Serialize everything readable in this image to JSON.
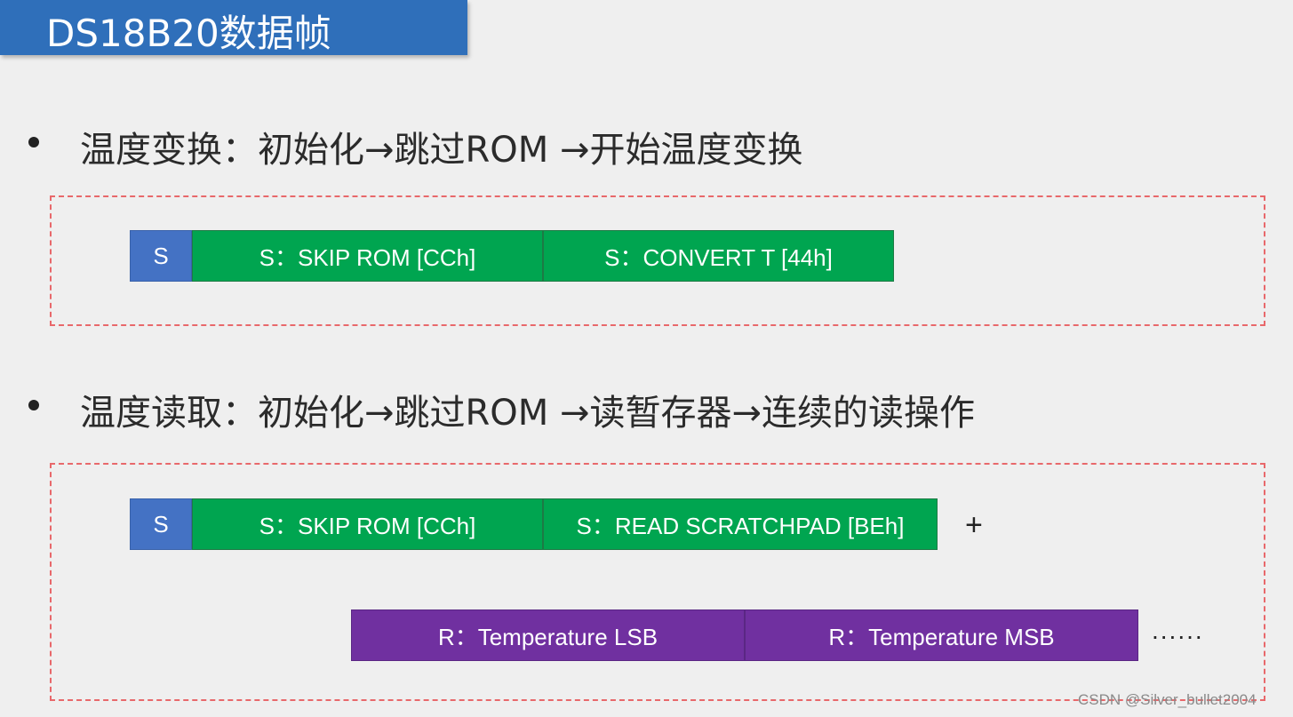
{
  "title": "DS18B20数据帧",
  "section1": {
    "heading": "温度变换：初始化→跳过ROM →开始温度变换",
    "segments": [
      "S",
      "S：SKIP ROM [CCh]",
      "S：CONVERT T [44h]"
    ]
  },
  "section2": {
    "heading": "温度读取：初始化→跳过ROM →读暂存器→连续的读操作",
    "segments": [
      "S",
      "S：SKIP ROM [CCh]",
      "S：READ SCRATCHPAD [BEh]"
    ],
    "plus": "+",
    "read_segments": [
      "R：Temperature LSB",
      "R：Temperature MSB"
    ],
    "ellipsis": "......"
  },
  "watermark": "CSDN @Silver_bullet2004",
  "colors": {
    "title_banner": "#2f6fba",
    "start_blue": "#4472c4",
    "command_green": "#00a550",
    "read_purple": "#7030a0",
    "dashed_border": "#e8686b"
  }
}
